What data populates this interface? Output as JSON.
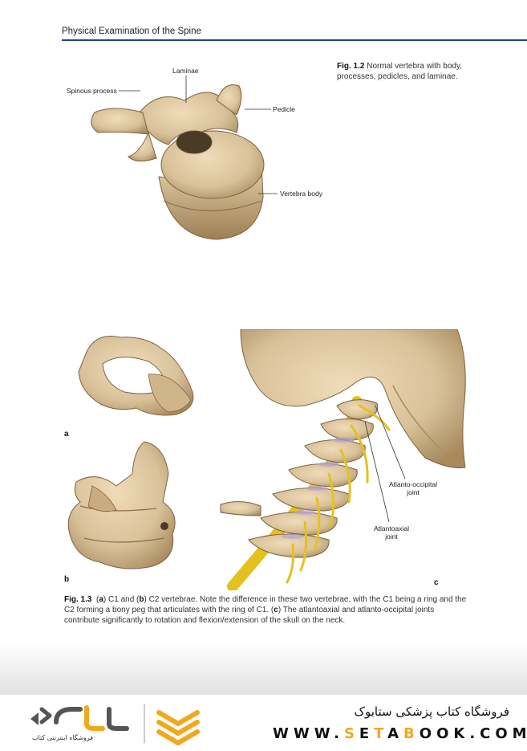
{
  "header": {
    "running_title": "Physical Examination of the Spine"
  },
  "figure_1_2": {
    "labels": {
      "laminae": "Laminae",
      "spinous_process": "Spinous process",
      "pedicle": "Pedicle",
      "vertebra_body": "Vertebra body"
    },
    "caption_number": "Fig. 1.2",
    "caption_text": "Normal vertebra with body, processes, pedicles, and laminae."
  },
  "figure_1_3": {
    "panel_a": "a",
    "panel_b": "b",
    "panel_c": "c",
    "labels": {
      "atlanto_occipital": "Atlanto-occipital joint",
      "atlantoaxial": "Atlantoaxial joint"
    },
    "caption_number": "Fig. 1.3",
    "caption_parts": {
      "p1": "(",
      "a": "a",
      "p2": ") C1 and (",
      "b": "b",
      "p3": ") C2 vertebrae. Note the difference in these two vertebrae, with the C1 being a ring and the C2 forming a bony peg that articulates with the ring of C1. (",
      "c": "c",
      "p4": ") The atlantoaxial and atlanto-occipital joints contribute significantly to rotation and flexion/extension of the skull on the neck."
    }
  },
  "banner": {
    "store_name_fa": "فروشگاه کتاب پزشکی ستابوک",
    "url_pre": "WWW.",
    "url_s": "S",
    "url_e": "E",
    "url_t": "T",
    "url_a": "A",
    "url_b": "B",
    "url_post": "OOK.COM",
    "logo_subtext_fa": "فروشگاه اینترنتی کتاب"
  },
  "colors": {
    "bone": "#d9c29a",
    "bone_shadow": "#a88a5e",
    "nerve": "#e3c21f",
    "rule_blue": "#1f3f8f",
    "brand_orange": "#f2a81d",
    "brand_grey": "#555555"
  }
}
